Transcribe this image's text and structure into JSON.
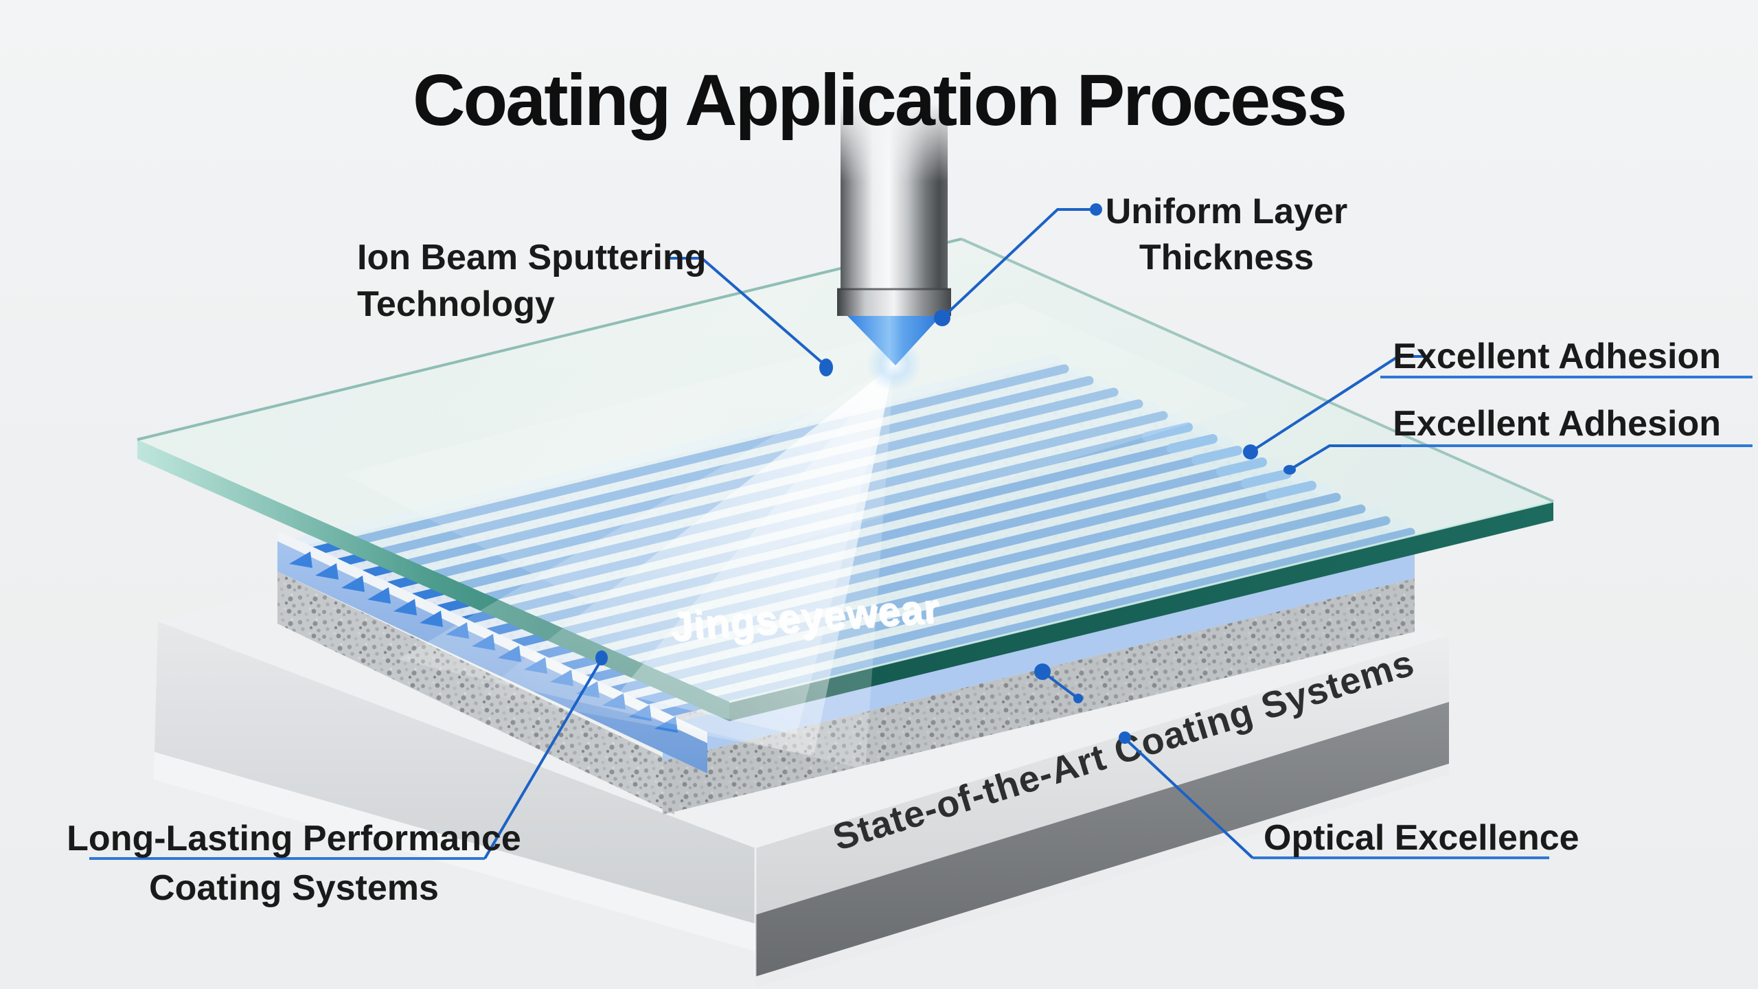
{
  "title": "Coating Application Process",
  "watermark": "Jingseyewear",
  "labels": {
    "ion_beam": {
      "line1": "Ion Beam Sputtering",
      "line2": "Technology"
    },
    "uniform_layer": {
      "line1": "Uniform Layer",
      "line2": "Thickness"
    },
    "adhesion_top": "Excellent Adhesion",
    "adhesion_bottom": "Excellent Adhesion",
    "long_lasting": {
      "line1": "Long-Lasting Performance",
      "line2": "Coating Systems"
    },
    "optical": "Optical Excellence",
    "substrate_band": "State-of-the-Art Coating Systems"
  },
  "colors": {
    "background": "#eff1f2",
    "title_text": "#0f0f10",
    "label_text": "#1a1a1a",
    "callout_blue": "#1c62c6",
    "underline_blue": "#2e78d4",
    "coating_stripe_blue": "#2e79d7",
    "coating_gap_blue": "#e2eefb",
    "glass_teal_edge": "#206b60",
    "ion_beam_blue": "#2f7fe2",
    "granite_gray": "#c6c9cb",
    "slab_light_gray": "#dcdee0",
    "slab_dark_gray": "#6e7174",
    "blue_layer": "#8fb4e4",
    "watermark_white": "#ffffff"
  }
}
